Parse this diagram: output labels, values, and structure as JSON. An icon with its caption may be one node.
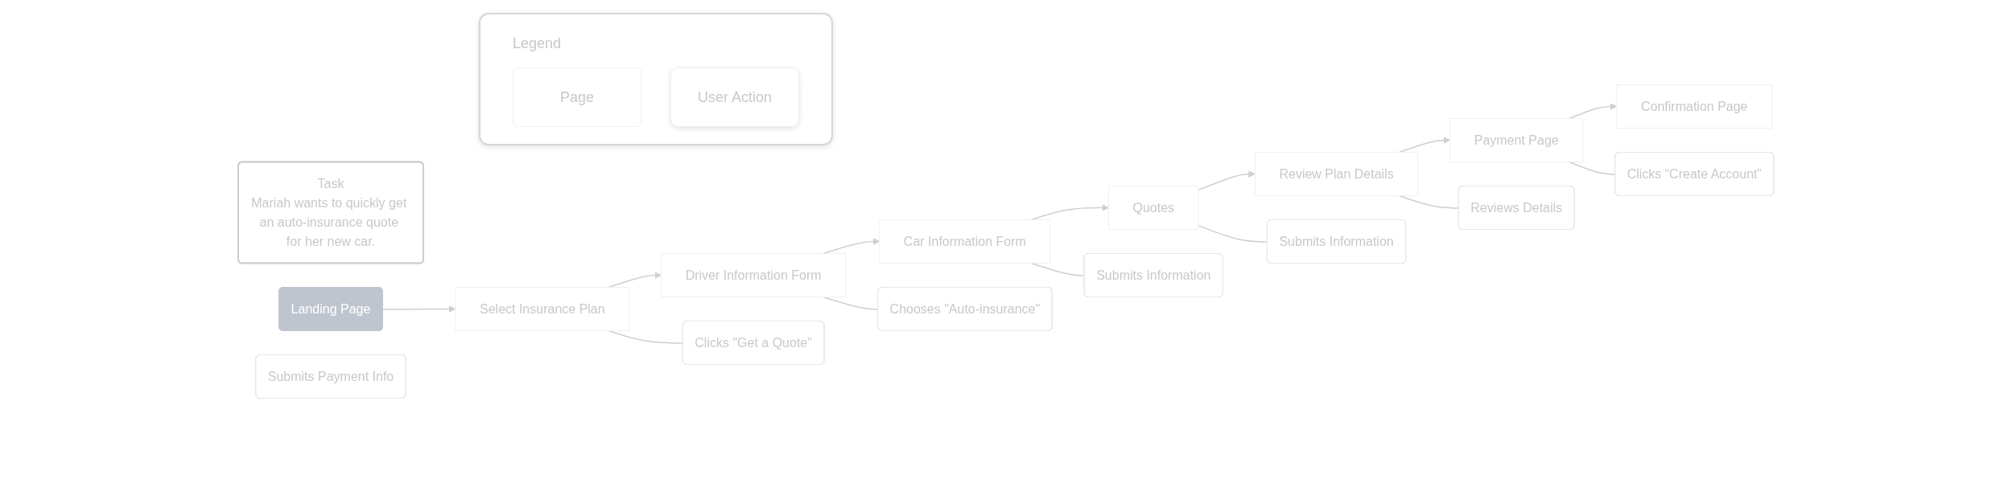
{
  "diagram": {
    "nodes": [
      {
        "text": [
          "Task",
          "Mariah wants to quickly get an auto-insurance quote for her new car."
        ]
      },
      {
        "text": [
          "Landing Page"
        ]
      },
      {
        "text": [
          "Select Insurance Plan"
        ]
      },
      {
        "text": [
          "Driver Information Form"
        ]
      },
      {
        "text": [
          "Car Information Form"
        ]
      },
      {
        "text": [
          "Quotes"
        ]
      },
      {
        "text": [
          "Review Plan Details"
        ]
      },
      {
        "text": [
          "Payment Page"
        ]
      },
      {
        "text": [
          "Confirmation Page"
        ]
      },
      {
        "text": [
          "Clicks \"Get a Quote\""
        ]
      },
      {
        "text": [
          "Chooses \"Auto-insurance\""
        ]
      },
      {
        "text": [
          "Submits Information"
        ]
      },
      {
        "text": [
          "Submits Information"
        ]
      },
      {
        "text": [
          "Reviews Details"
        ]
      },
      {
        "text": [
          "Clicks “Create Account”"
        ]
      },
      {
        "text": [
          "Submits Payment Info"
        ]
      }
    ],
    "edges": [
      {
        "from": 1,
        "to": 2,
        "arrow": "to"
      },
      {
        "from": 2,
        "to": 3,
        "arrow": "to"
      },
      {
        "from": 2,
        "to": 9,
        "arrow": "none"
      },
      {
        "from": 3,
        "to": 4,
        "arrow": "to"
      },
      {
        "from": 3,
        "to": 10,
        "arrow": "none"
      },
      {
        "from": 4,
        "to": 5,
        "arrow": "to"
      },
      {
        "from": 4,
        "to": 11,
        "arrow": "none"
      },
      {
        "from": 5,
        "to": 6,
        "arrow": "to"
      },
      {
        "from": 5,
        "to": 12,
        "arrow": "none"
      },
      {
        "from": 6,
        "to": 7,
        "arrow": "to"
      },
      {
        "from": 6,
        "to": 13,
        "arrow": "none"
      },
      {
        "from": 7,
        "to": 8,
        "arrow": "to"
      },
      {
        "from": 7,
        "to": 14,
        "arrow": "none"
      }
    ],
    "labels": [
      "Legend"
    ],
    "legend": [
      {
        "text": "Page"
      },
      {
        "text": "User Action"
      }
    ]
  }
}
